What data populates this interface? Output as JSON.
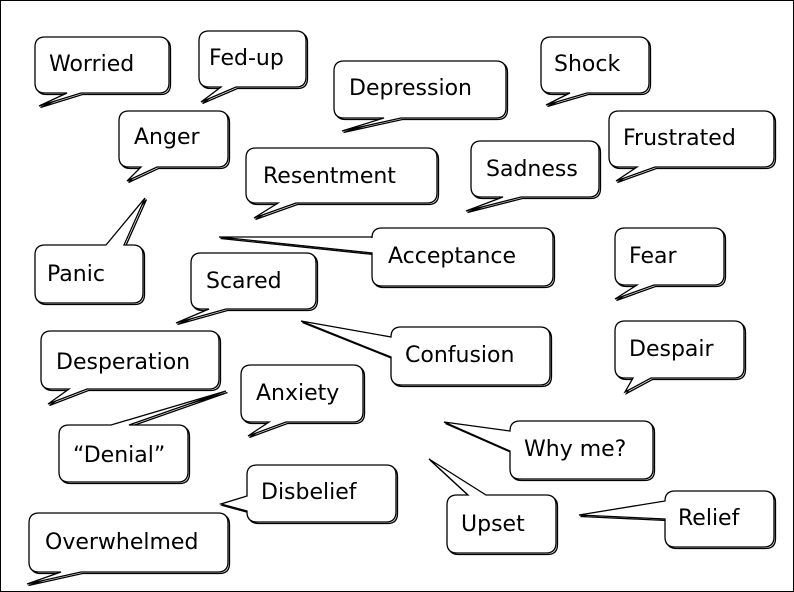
{
  "diagram": {
    "background": "#ffffff",
    "line_color": "#000000",
    "bubbles": [
      {
        "id": "worried",
        "text": "Worried"
      },
      {
        "id": "fed-up",
        "text": "Fed-up"
      },
      {
        "id": "depression",
        "text": "Depression"
      },
      {
        "id": "shock",
        "text": "Shock"
      },
      {
        "id": "anger",
        "text": "Anger"
      },
      {
        "id": "frustrated",
        "text": "Frustrated"
      },
      {
        "id": "resentment",
        "text": "Resentment"
      },
      {
        "id": "sadness",
        "text": "Sadness"
      },
      {
        "id": "acceptance",
        "text": "Acceptance"
      },
      {
        "id": "fear",
        "text": "Fear"
      },
      {
        "id": "panic",
        "text": "Panic"
      },
      {
        "id": "scared",
        "text": "Scared"
      },
      {
        "id": "desperation",
        "text": "Desperation"
      },
      {
        "id": "confusion",
        "text": "Confusion"
      },
      {
        "id": "despair",
        "text": "Despair"
      },
      {
        "id": "anxiety",
        "text": "Anxiety"
      },
      {
        "id": "denial",
        "text": "“Denial”"
      },
      {
        "id": "why-me",
        "text": "Why me?"
      },
      {
        "id": "disbelief",
        "text": "Disbelief"
      },
      {
        "id": "upset",
        "text": "Upset"
      },
      {
        "id": "relief",
        "text": "Relief"
      },
      {
        "id": "overwhelmed",
        "text": "Overwhelmed"
      }
    ]
  }
}
